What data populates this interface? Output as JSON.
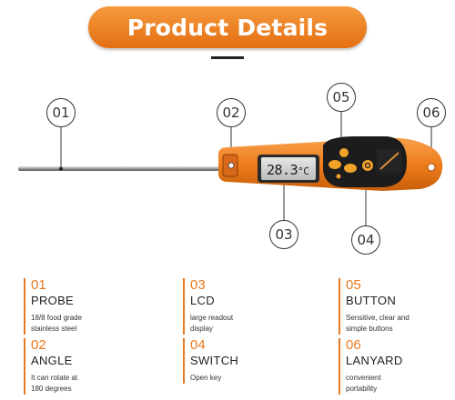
{
  "header": {
    "title": "Product Details"
  },
  "callouts": [
    "01",
    "02",
    "03",
    "04",
    "05",
    "06"
  ],
  "lcd": {
    "value": "28.3",
    "unit": "°C"
  },
  "features": [
    {
      "number": "01",
      "title": "PROBE",
      "desc_line1": "18/8 food grade",
      "desc_line2": "stainless steel"
    },
    {
      "number": "02",
      "title": "ANGLE",
      "desc_line1": "It can rotate at",
      "desc_line2": "180 degrees"
    },
    {
      "number": "03",
      "title": "LCD",
      "desc_line1": "large readout",
      "desc_line2": "display"
    },
    {
      "number": "04",
      "title": "SWITCH",
      "desc_line1": "Open key",
      "desc_line2": ""
    },
    {
      "number": "05",
      "title": "BUTTON",
      "desc_line1": "Sensitive, clear and",
      "desc_line2": "simple buttons"
    },
    {
      "number": "06",
      "title": "LANYARD",
      "desc_line1": "convenient",
      "desc_line2": "portability"
    }
  ],
  "colors": {
    "accent": "#e8791f",
    "body": "#f07d1a",
    "dark": "#1c1c1c"
  }
}
